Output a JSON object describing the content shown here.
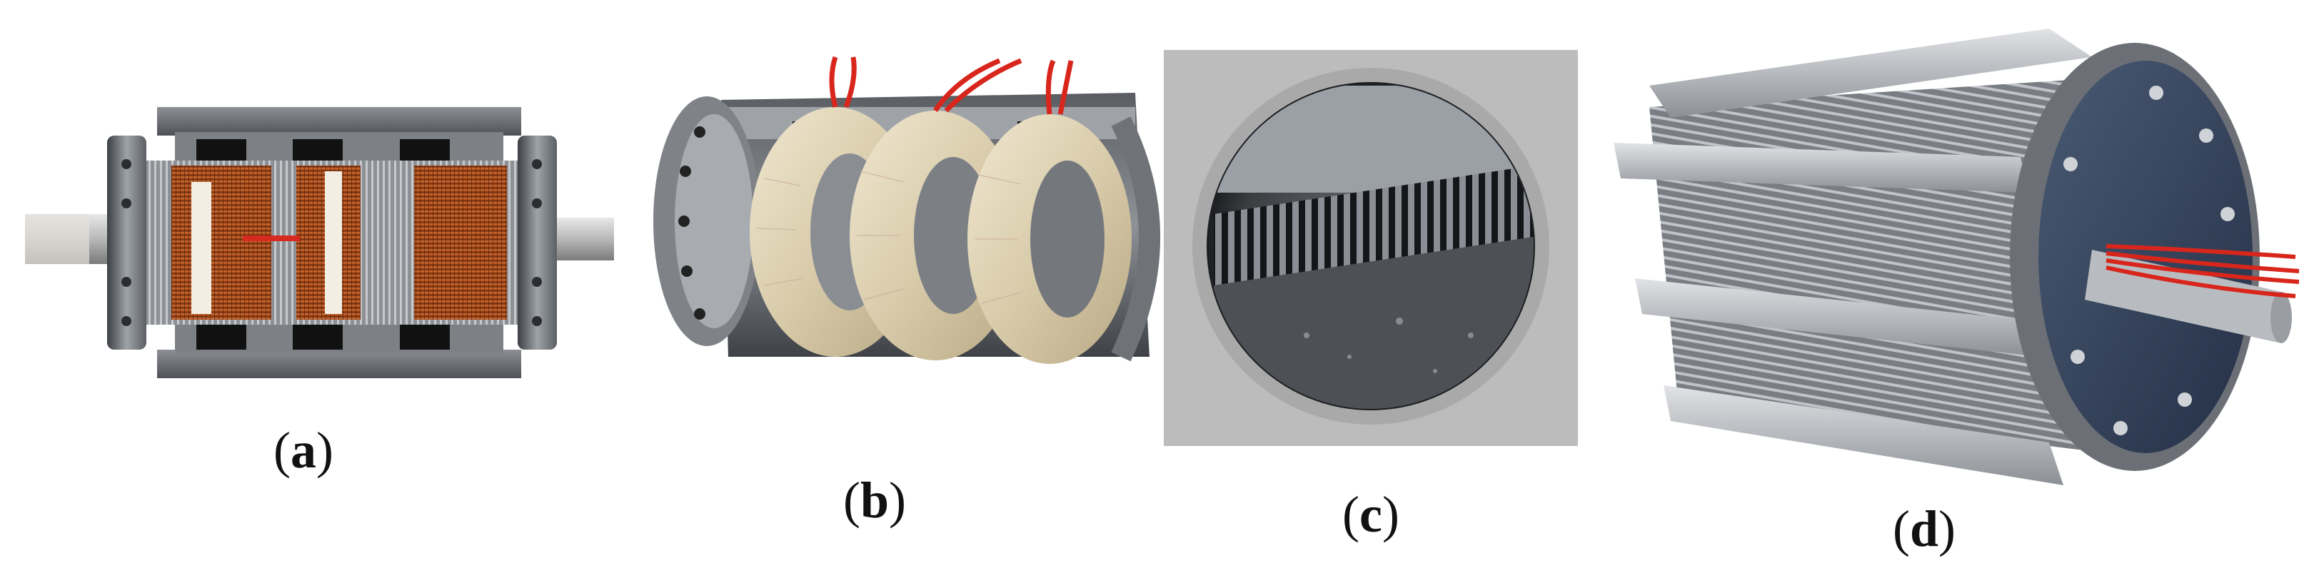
{
  "panels": [
    {
      "id": "a",
      "label_open": "(",
      "letter": "a",
      "label_close": ")"
    },
    {
      "id": "b",
      "label_open": "(",
      "letter": "b",
      "label_close": ")"
    },
    {
      "id": "c",
      "label_open": "(",
      "letter": "c",
      "label_close": ")"
    },
    {
      "id": "d",
      "label_open": "(",
      "letter": "d",
      "label_close": ")"
    }
  ],
  "colors": {
    "steel": "#9a9ea3",
    "steel_dark": "#4a4d52",
    "copper": "#b5561e",
    "fiberglass": "#e3d8bf",
    "wire_red": "#d8261c",
    "background_grey": "#bdbdbd"
  }
}
